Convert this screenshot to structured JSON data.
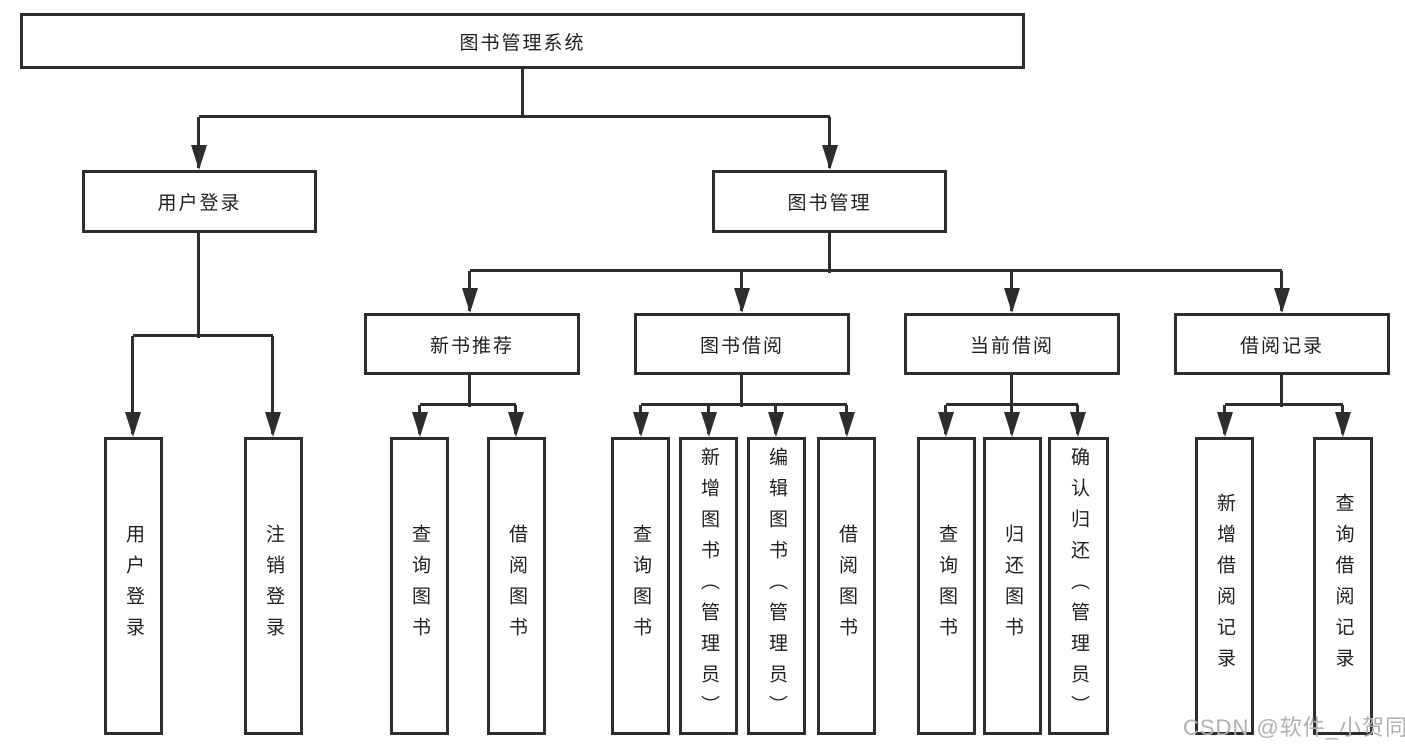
{
  "diagram": {
    "title": "图书管理系统",
    "colors": {
      "line": "#2d2d2d",
      "box_border": "#2d2d2d",
      "text": "#1f1f1f",
      "watermark": "#b0b0b0",
      "background": "#ffffff"
    },
    "nodes": {
      "root": "图书管理系统",
      "user_login": "用户登录",
      "book_management": "图书管理",
      "user_login_children": [
        "用户登录",
        "注销登录"
      ],
      "new_book_recommend": "新书推荐",
      "new_book_children": [
        "查询图书",
        "借阅图书"
      ],
      "book_borrow": "图书借阅",
      "book_borrow_children": [
        "查询图书",
        "新增图书（管理员）",
        "编辑图书（管理员）",
        "借阅图书"
      ],
      "current_borrow": "当前借阅",
      "current_borrow_children": [
        "查询图书",
        "归还图书",
        "确认归还（管理员）"
      ],
      "borrow_records": "借阅记录",
      "borrow_records_children": [
        "新增借阅记录",
        "查询借阅记录"
      ]
    }
  },
  "watermark": {
    "text": "CSDN @软件_小贺同学"
  }
}
